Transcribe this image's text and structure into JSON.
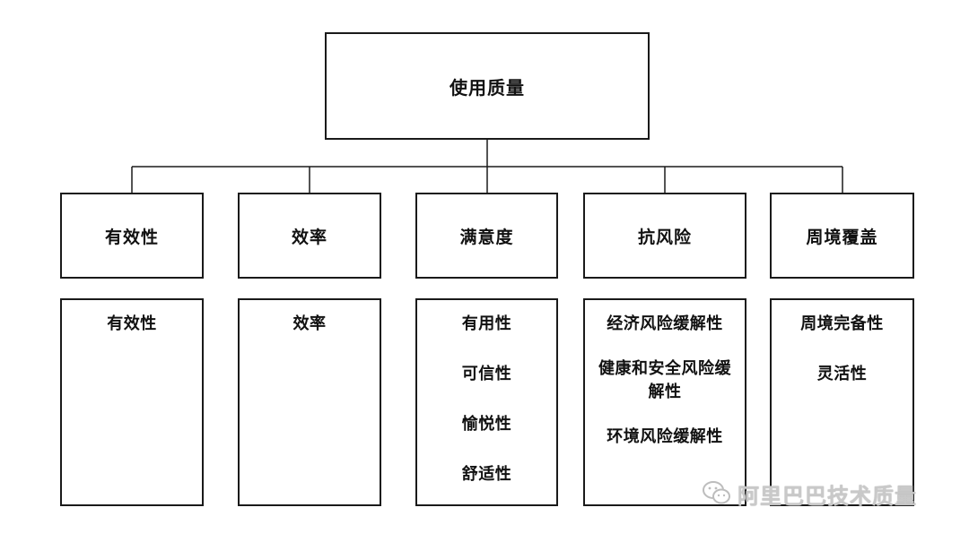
{
  "root": {
    "label": "使用质量"
  },
  "categories": [
    {
      "label": "有效性",
      "items": [
        "有效性"
      ]
    },
    {
      "label": "效率",
      "items": [
        "效率"
      ]
    },
    {
      "label": "满意度",
      "items": [
        "有用性",
        "可信性",
        "愉悦性",
        "舒适性"
      ]
    },
    {
      "label": "抗风险",
      "items": [
        "经济风险缓解性",
        "健康和安全风险缓解性",
        "环境风险缓解性"
      ]
    },
    {
      "label": "周境覆盖",
      "items": [
        "周境完备性",
        "灵活性"
      ]
    }
  ],
  "watermark": {
    "text": "阿里巴巴技术质量",
    "icon": "wechat-icon"
  },
  "colors": {
    "line": "#1a1a1a",
    "watermark": "#c9c9c9"
  }
}
